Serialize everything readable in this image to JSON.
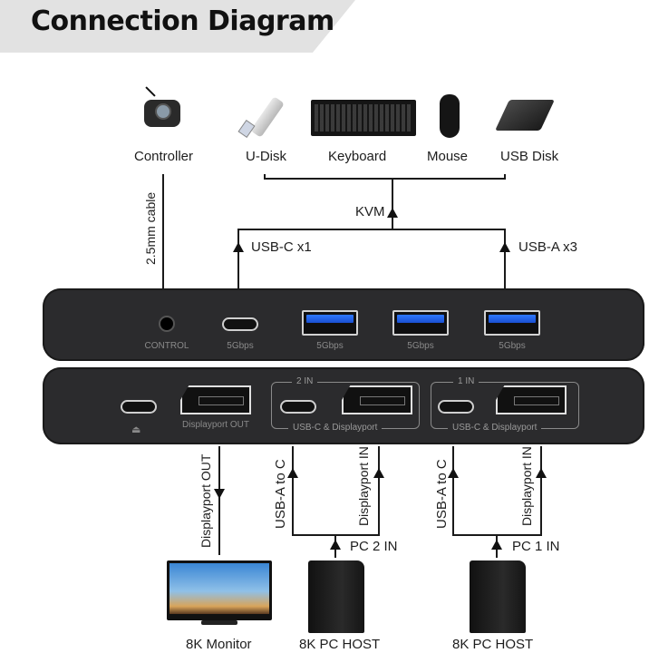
{
  "title": "Connection Diagram",
  "peripherals": [
    {
      "label": "Controller",
      "icon": "controller-icon"
    },
    {
      "label": "U-Disk",
      "icon": "usb-flash-drive-icon"
    },
    {
      "label": "Keyboard",
      "icon": "keyboard-icon"
    },
    {
      "label": "Mouse",
      "icon": "mouse-icon"
    },
    {
      "label": "USB Disk",
      "icon": "external-hard-drive-icon"
    }
  ],
  "connections": {
    "controller_cable": "2.5mm cable",
    "kvm": "KVM",
    "usb_c": "USB-C x1",
    "usb_a": "USB-A x3",
    "dp_out": "Displayport OUT",
    "pc2_usb": "USB-A to C",
    "pc2_dp": "Displayport IN",
    "pc2_in": "PC 2 IN",
    "pc1_usb": "USB-A to C",
    "pc1_dp": "Displayport IN",
    "pc1_in": "PC 1 IN"
  },
  "front_panel": {
    "ports": [
      {
        "type": "audio-jack",
        "label": "CONTROL"
      },
      {
        "type": "usb-c",
        "label": "5Gbps"
      },
      {
        "type": "usb-a",
        "label": "5Gbps"
      },
      {
        "type": "usb-a",
        "label": "5Gbps"
      },
      {
        "type": "usb-a",
        "label": "5Gbps"
      }
    ]
  },
  "rear_panel": {
    "power_icon": "power-plug-icon",
    "dp_out_label": "Displayport OUT",
    "groups": [
      {
        "title": "2 IN",
        "label": "USB-C & Displayport"
      },
      {
        "title": "1 IN",
        "label": "USB-C & Displayport"
      }
    ]
  },
  "hosts": [
    {
      "label": "8K Monitor",
      "icon": "monitor-icon"
    },
    {
      "label": "8K PC HOST",
      "icon": "pc-tower-icon"
    },
    {
      "label": "8K PC HOST",
      "icon": "pc-tower-icon"
    }
  ]
}
